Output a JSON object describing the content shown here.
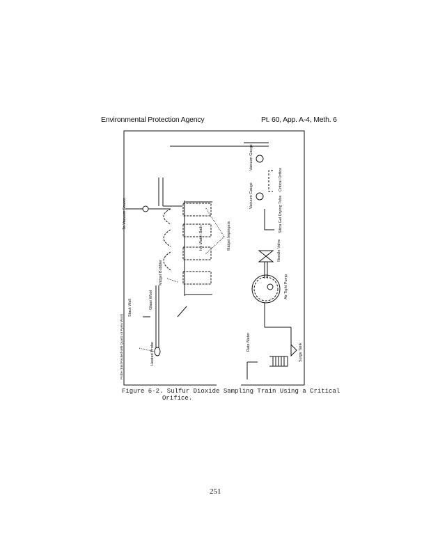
{
  "header": {
    "left": "Environmental Protection Agency",
    "right": "Pt. 60, App. A-4, Meth. 6"
  },
  "figure": {
    "caption_line1": "Figure 6-2.  Sulfur Dioxide Sampling Train Using a Critical",
    "caption_line2": "Orifice.",
    "labels": {
      "vacuum_source": "To Vacuum Source",
      "midget_bubbler": "Midget Bubbler",
      "midget_impingers": "Midget Impingers",
      "ice_bath": "Ice Water Bath",
      "glass_wool": "Glass Wool",
      "stack_wall": "Stack Wall",
      "heated_probe": "Heated Probe",
      "probe_tip": "Probe (End Packed with Quartz or Pyrex Wool)",
      "vacuum_gauge_1": "Vacuum Gauge",
      "critical_orifice": "Critical Orifice",
      "vacuum_gauge_2": "Vacuum Gauge",
      "drying_tube": "Silica Gel Drying Tube",
      "needle_valve": "Needle Valve",
      "pump": "Air Tight Pump",
      "rate_meter": "Rate Meter",
      "surge_tank": "Surge Tank"
    }
  },
  "page_number": "251"
}
